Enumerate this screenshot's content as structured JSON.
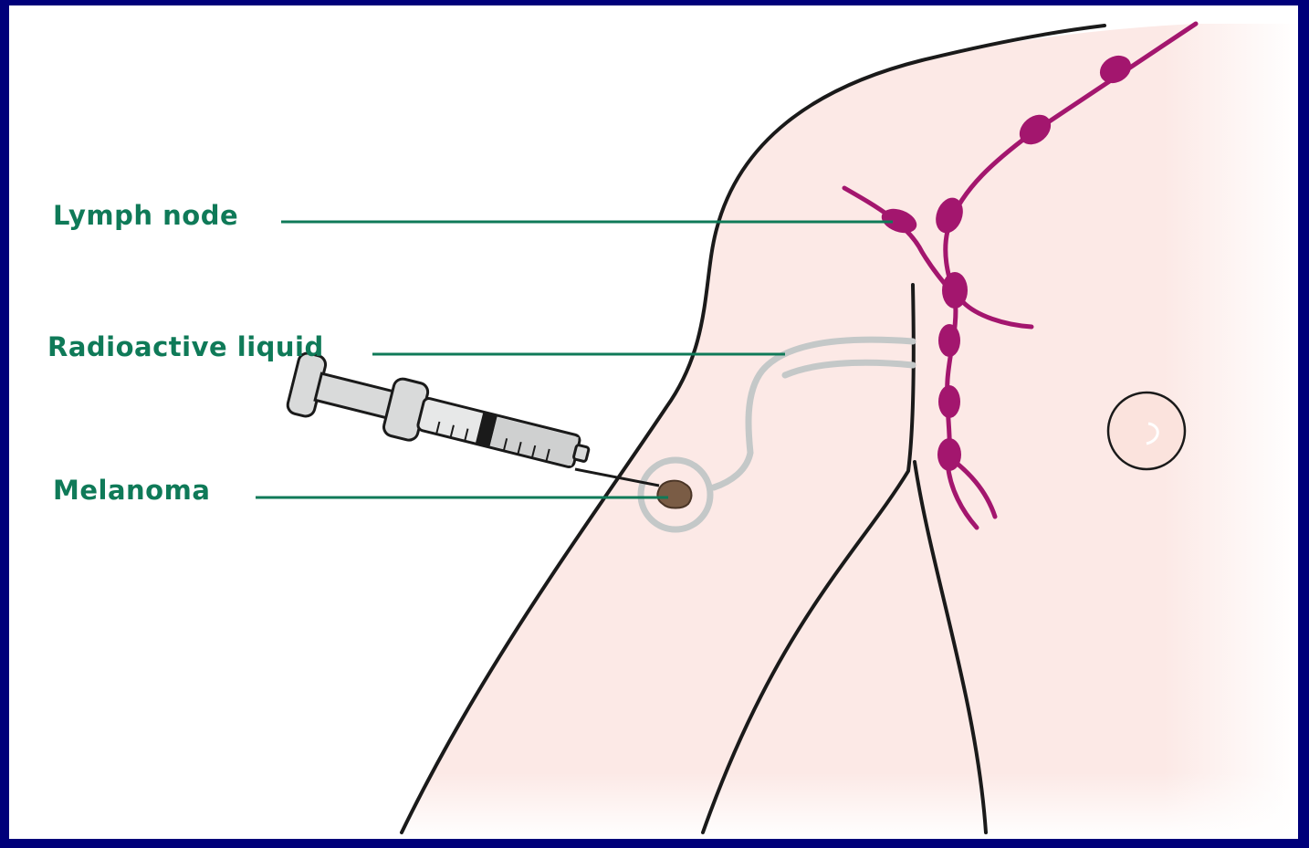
{
  "colors": {
    "frame": "#00007a",
    "background": "#ffffff",
    "skin": "#fce9e6",
    "outline": "#1a1a1a",
    "lymph": "#a3166e",
    "liquid": "#c4c8c8",
    "label_text": "#0f7a58",
    "leader_line": "#0f7a58",
    "melanoma": "#7a5c45",
    "syringe_body": "#dcdddd"
  },
  "labels": {
    "lymph_node": "Lymph node",
    "radioactive_liquid": "Radioactive liquid",
    "melanoma": "Melanoma"
  }
}
